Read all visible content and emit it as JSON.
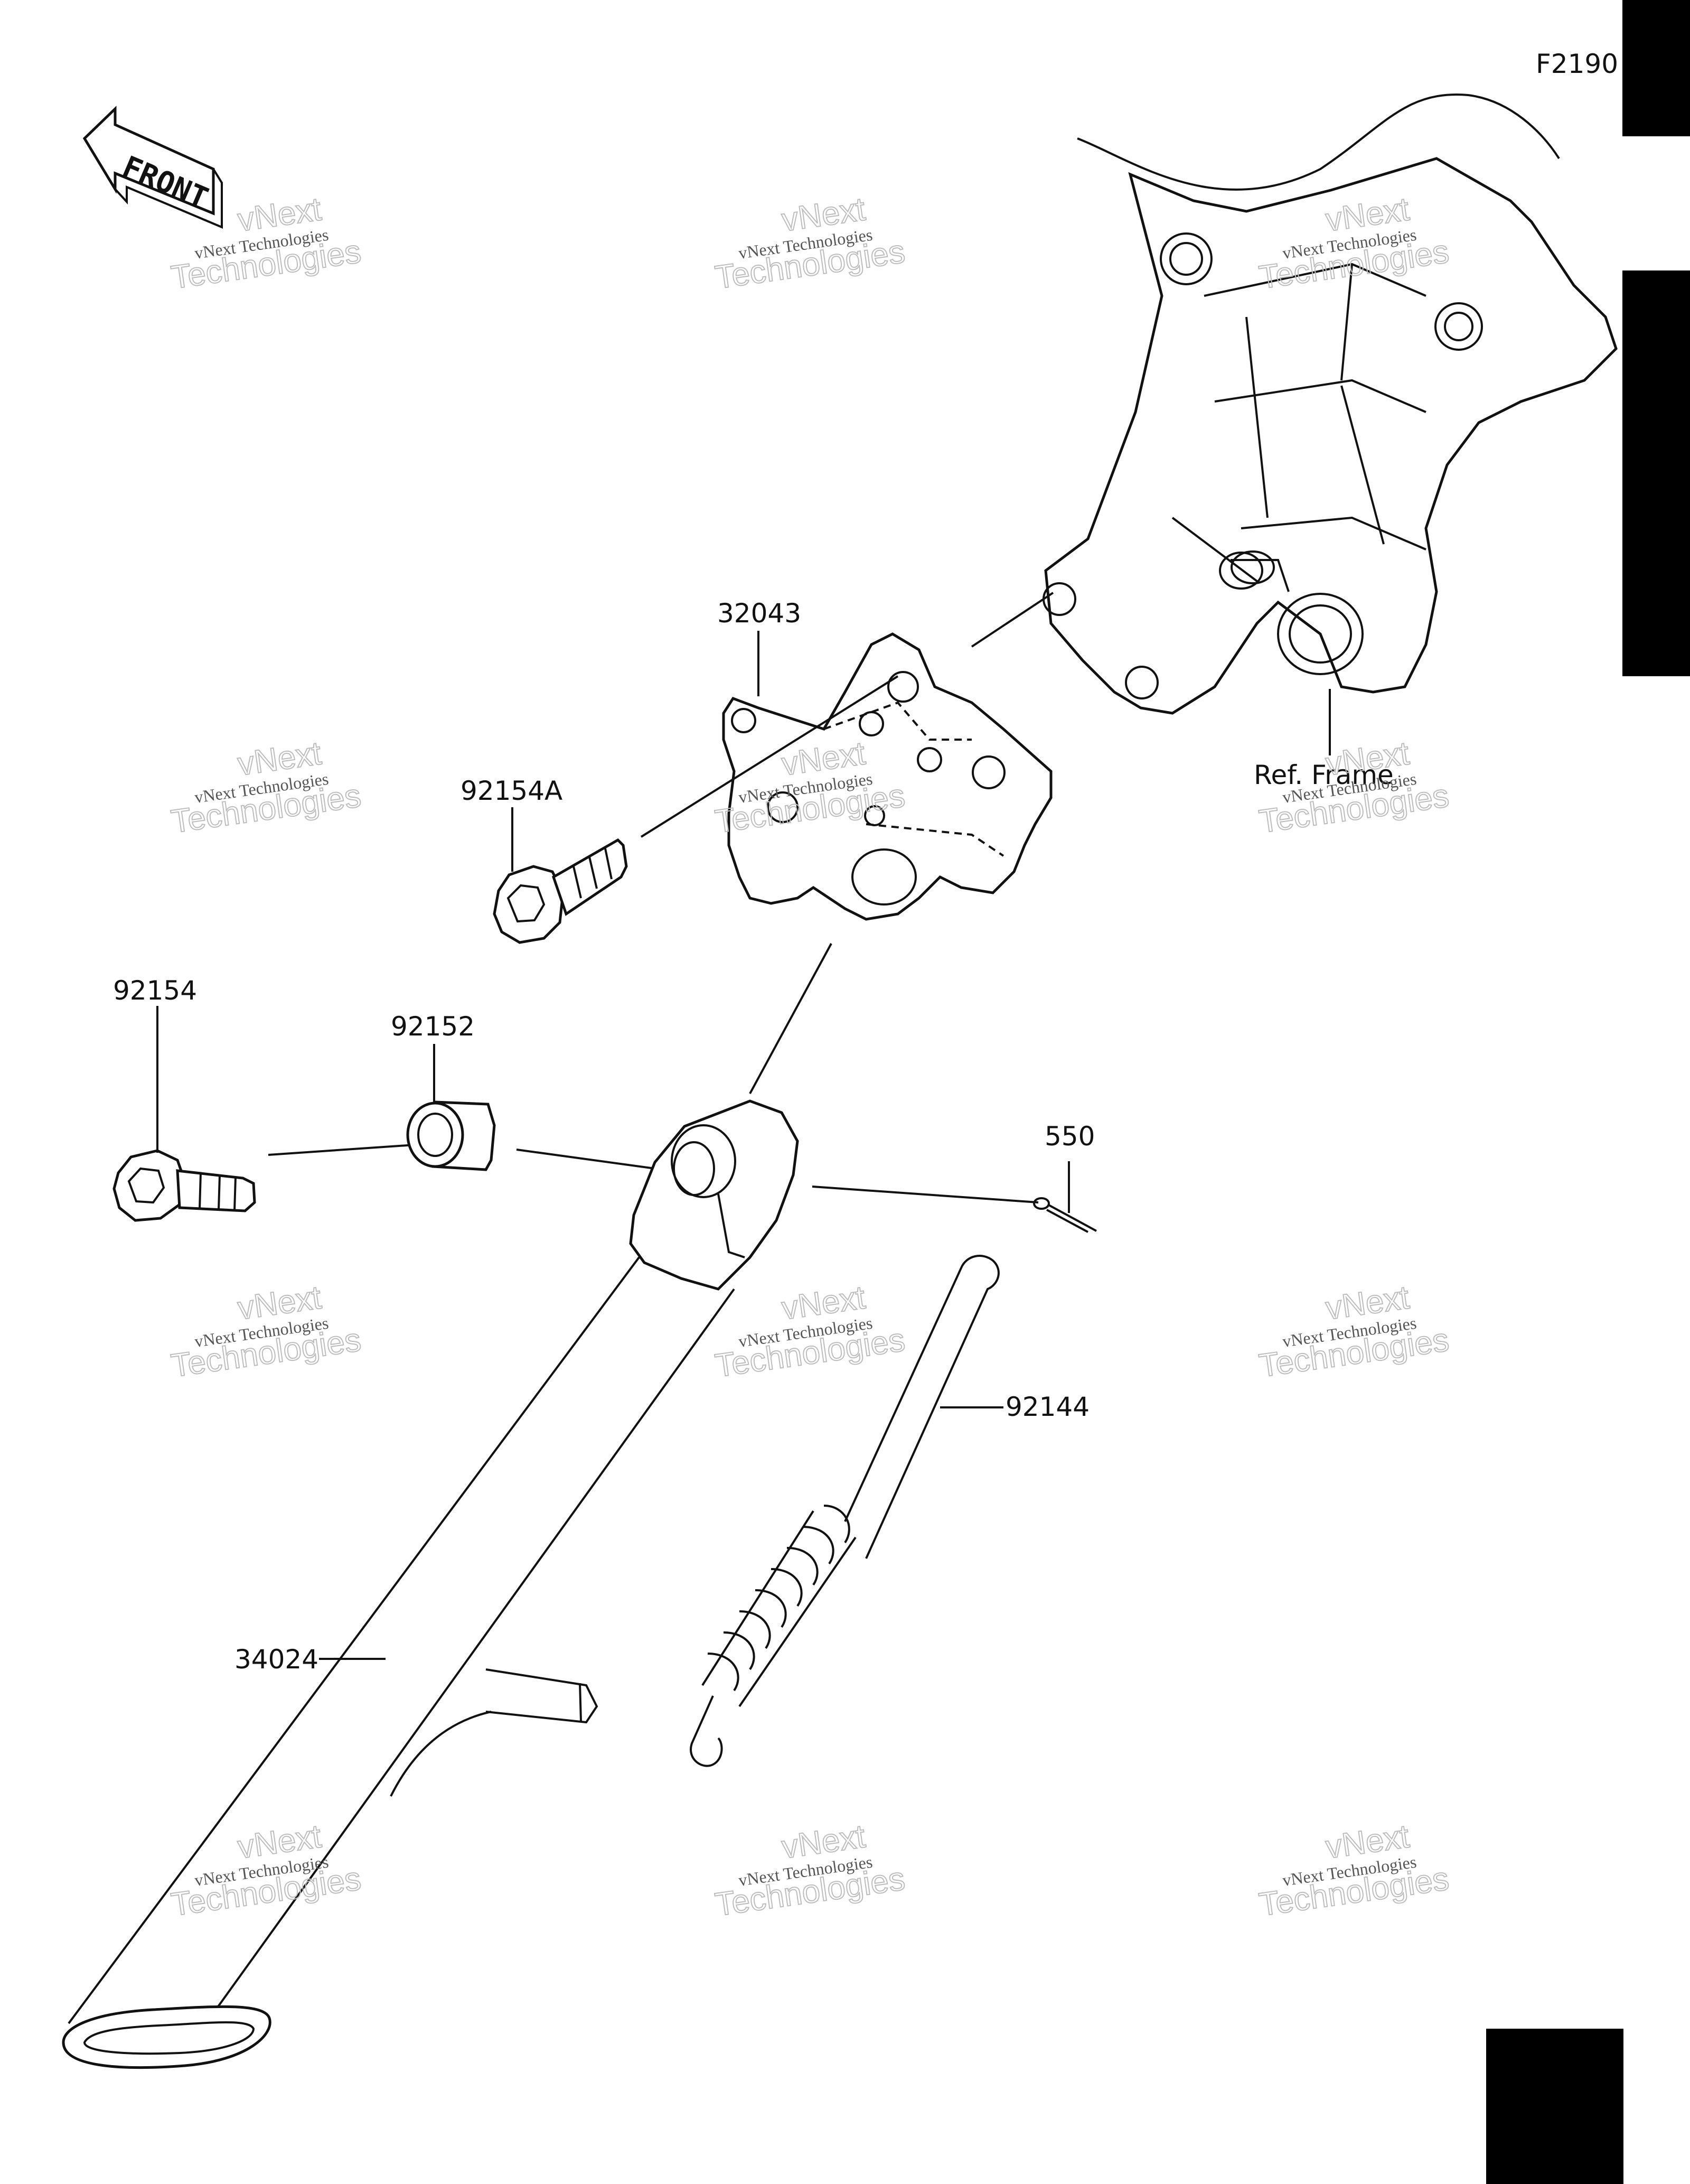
{
  "diagram_code": "F2190",
  "front_label": "FRONT",
  "watermark": {
    "line1": "vNext Technologies",
    "line2": "vNext",
    "line3": "Technologies"
  },
  "parts": [
    {
      "id": "32043",
      "label": "32043"
    },
    {
      "id": "92154A",
      "label": "92154A"
    },
    {
      "id": "92154",
      "label": "92154"
    },
    {
      "id": "92152",
      "label": "92152"
    },
    {
      "id": "550",
      "label": "550"
    },
    {
      "id": "92144",
      "label": "92144"
    },
    {
      "id": "34024",
      "label": "34024"
    },
    {
      "id": "ref-frame",
      "label": "Ref. Frame"
    }
  ],
  "colors": {
    "ink": "#111111",
    "tab": "#000000",
    "paper": "#ffffff"
  }
}
